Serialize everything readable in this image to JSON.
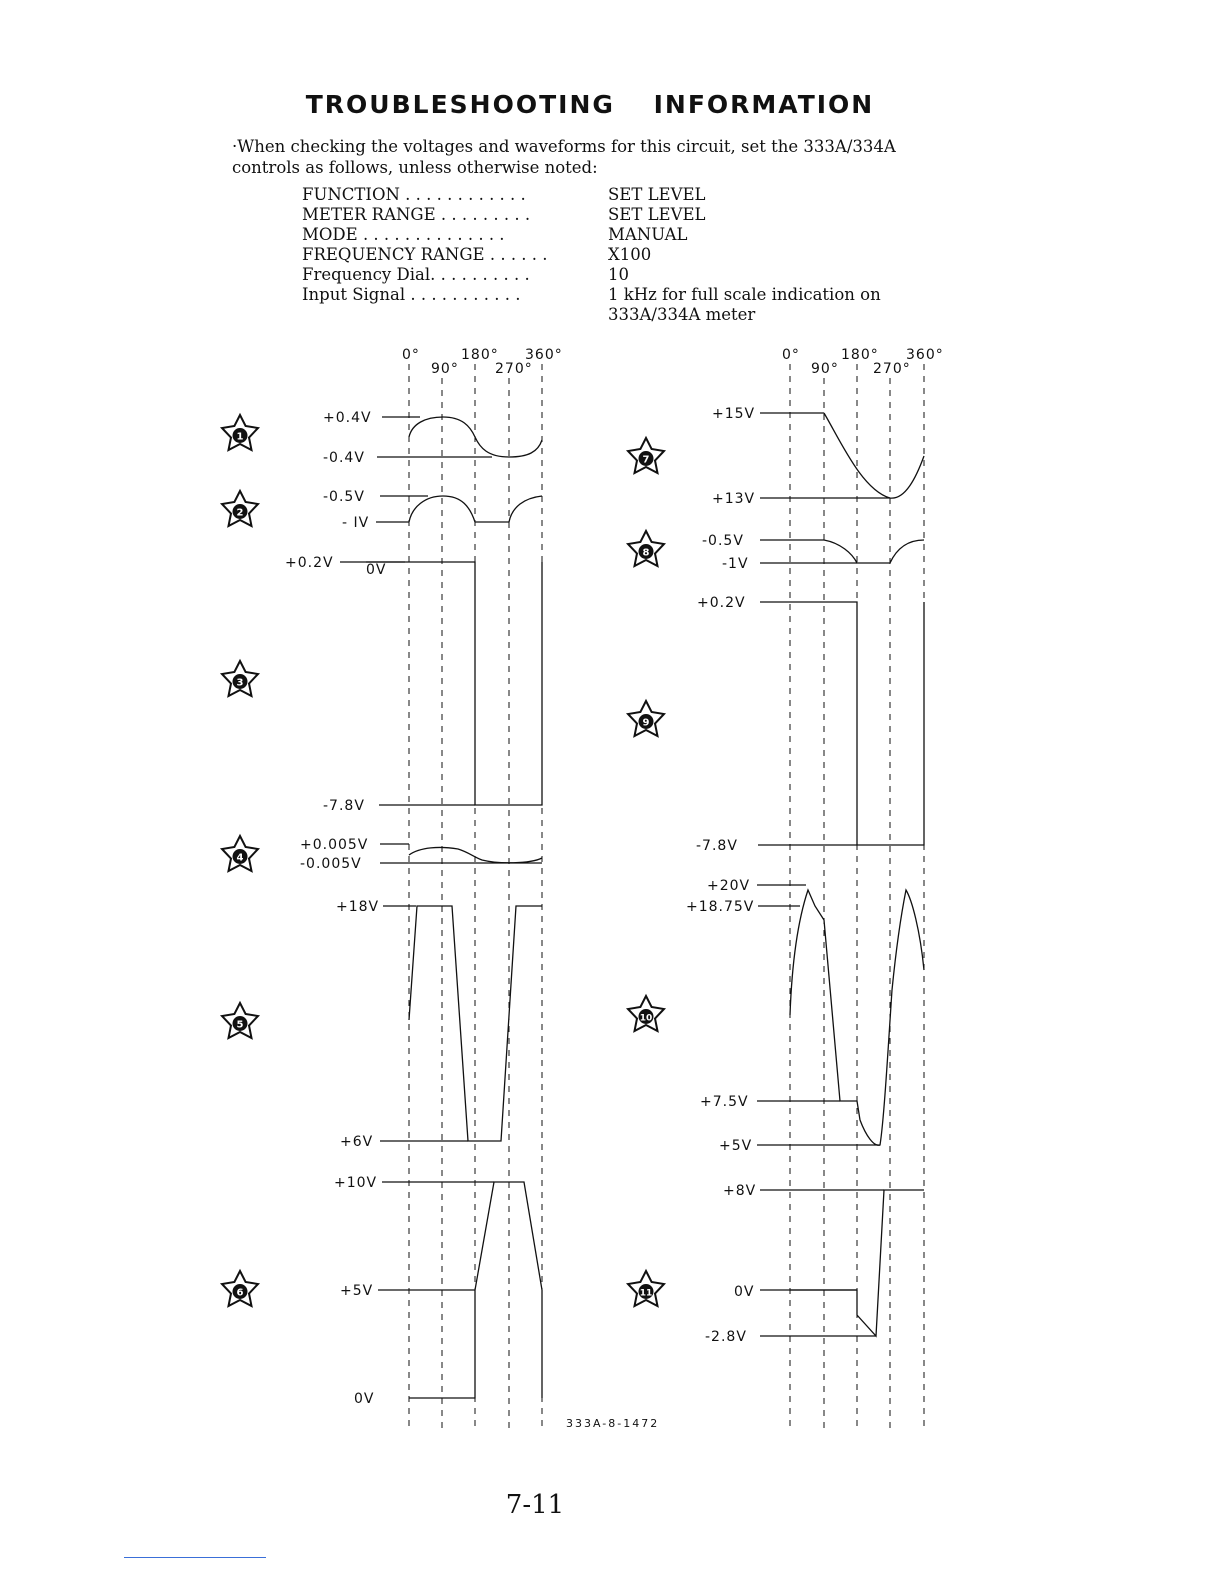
{
  "title": "TROUBLESHOOTING INFORMATION",
  "intro": {
    "line1": "·When checking the voltages and waveforms for this circuit, set the 333A/334A",
    "line2": "controls as follows, unless otherwise noted:"
  },
  "settings": [
    {
      "name": "FUNCTION . . . . . . . . . . . .",
      "value": "SET LEVEL"
    },
    {
      "name": "METER RANGE . . . . . . . . .",
      "value": "SET LEVEL"
    },
    {
      "name": "MODE . . . . . . . . . . . . . .",
      "value": "MANUAL"
    },
    {
      "name": "FREQUENCY RANGE . . . . . .",
      "value": "X100"
    },
    {
      "name": "Frequency Dial. . . . . . . . . .",
      "value": "10"
    },
    {
      "name": "Input Signal . . . . . . . . . . .",
      "value": "1 kHz for full scale indication on"
    },
    {
      "name": "",
      "value": "333A/334A meter"
    }
  ],
  "phase_labels": {
    "deg0": "0°",
    "deg90": "90°",
    "deg180": "180°",
    "deg270": "270°",
    "deg360": "360°"
  },
  "test_points": {
    "tp1": "1",
    "tp2": "2",
    "tp3": "3",
    "tp4": "4",
    "tp5": "5",
    "tp6": "6",
    "tp7": "7",
    "tp8": "8",
    "tp9": "9",
    "tp10": "10",
    "tp11": "11"
  },
  "left_labels": {
    "w1_hi": "+0.4V",
    "w1_lo": "-0.4V",
    "w2_hi": "-0.5V",
    "w2_lo": "- IV",
    "w3_hi": "+0.2V",
    "w3_0v": "0V",
    "w3_lo": "-7.8V",
    "w4_hi": "+0.005V",
    "w4_lo": "-0.005V",
    "w5_hi": "+18V",
    "w5_lo": "+6V",
    "w6_hi": "+10V",
    "w6_mid": "+5V",
    "w6_lo": "0V"
  },
  "right_labels": {
    "w7_hi": "+15V",
    "w7_lo": "+13V",
    "w8_hi": "-0.5V",
    "w8_lo": "-1V",
    "w9_hi": "+0.2V",
    "w9_lo": "-7.8V",
    "w10_a": "+20V",
    "w10_b": "+18.75V",
    "w10_c": "+7.5V",
    "w10_d": "+5V",
    "w11_hi": "+8V",
    "w11_mid": "0V",
    "w11_lo": "-2.8V"
  },
  "drawing_code": "333A-8-1472",
  "page_number": "7-11"
}
